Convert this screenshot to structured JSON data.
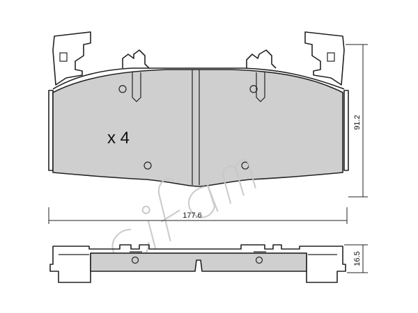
{
  "quantity_label": "x 4",
  "dimensions": {
    "width": "177.6",
    "height": "91.2",
    "thickness": "16.5"
  },
  "watermark": {
    "brand": "cifam",
    "color": "#c8c8c8"
  },
  "colors": {
    "pad_fill": "#cfcfcf",
    "outline": "#222222"
  }
}
